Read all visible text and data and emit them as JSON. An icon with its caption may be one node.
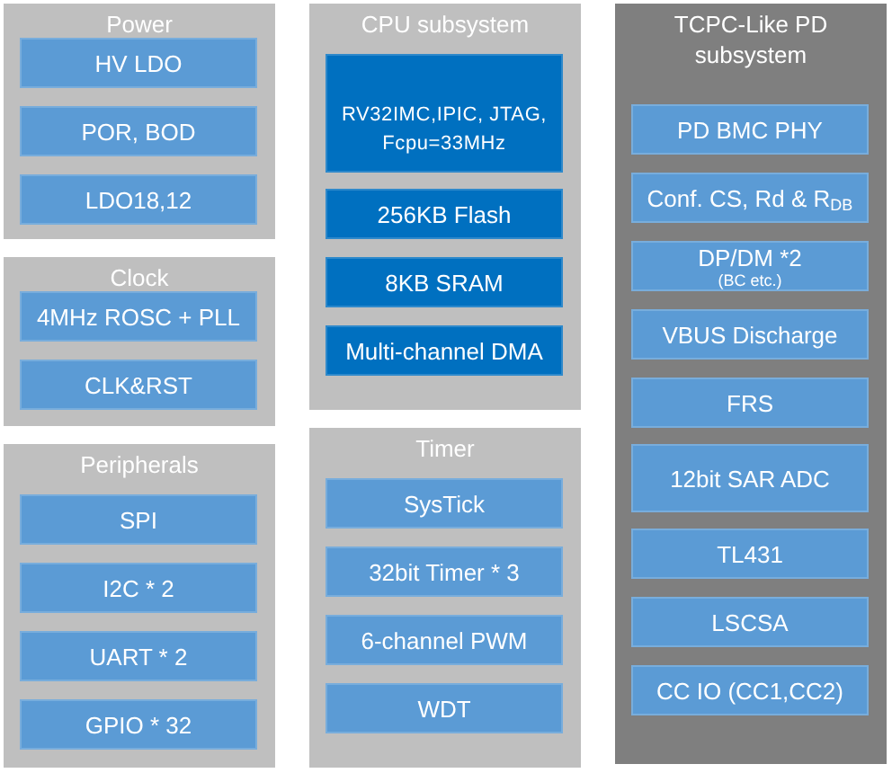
{
  "diagram": {
    "nodes": [
      {
        "text": [
          "Power"
        ]
      },
      {
        "text": [
          "HV LDO"
        ],
        "in": 0
      },
      {
        "text": [
          "POR, BOD"
        ],
        "in": 0
      },
      {
        "text": [
          "LDO18,12"
        ],
        "in": 0
      },
      {
        "text": [
          "Clock"
        ]
      },
      {
        "text": [
          "4MHz ROSC + PLL"
        ],
        "in": 4
      },
      {
        "text": [
          "CLK&RST"
        ],
        "in": 4
      },
      {
        "text": [
          "Peripherals"
        ]
      },
      {
        "text": [
          "SPI"
        ],
        "in": 7
      },
      {
        "text": [
          "I2C * 2"
        ],
        "in": 7
      },
      {
        "text": [
          "UART * 2"
        ],
        "in": 7
      },
      {
        "text": [
          "GPIO * 32"
        ],
        "in": 7
      },
      {
        "text": [
          "CPU subsystem"
        ]
      },
      {
        "text": [
          "RV32IMC,IPIC, JTAG, Fcpu=33MHz"
        ],
        "in": 12
      },
      {
        "text": [
          "256KB Flash"
        ],
        "in": 12
      },
      {
        "text": [
          "8KB SRAM"
        ],
        "in": 12
      },
      {
        "text": [
          "Multi-channel DMA"
        ],
        "in": 12
      },
      {
        "text": [
          "Timer"
        ]
      },
      {
        "text": [
          "SysTick"
        ],
        "in": 17
      },
      {
        "text": [
          "32bit Timer * 3"
        ],
        "in": 17
      },
      {
        "text": [
          "6-channel PWM"
        ],
        "in": 17
      },
      {
        "text": [
          "WDT"
        ],
        "in": 17
      },
      {
        "text": [
          "TCPC-Like PD subsystem"
        ]
      },
      {
        "text": [
          "PD BMC PHY"
        ],
        "in": 22
      },
      {
        "text": [
          "Conf. CS, Rd & R$_{DB}$"
        ],
        "in": 22
      },
      {
        "text": [
          "DP/DM *2",
          "(BC etc.)"
        ],
        "in": 22
      },
      {
        "text": [
          "VBUS Discharge"
        ],
        "in": 22
      },
      {
        "text": [
          "FRS"
        ],
        "in": 22
      },
      {
        "text": [
          "12bit SAR ADC"
        ],
        "in": 22
      },
      {
        "text": [
          "TL431"
        ],
        "in": 22
      },
      {
        "text": [
          "LSCSA"
        ],
        "in": 22
      },
      {
        "text": [
          "CC IO (CC1,CC2)"
        ],
        "in": 22
      }
    ]
  }
}
